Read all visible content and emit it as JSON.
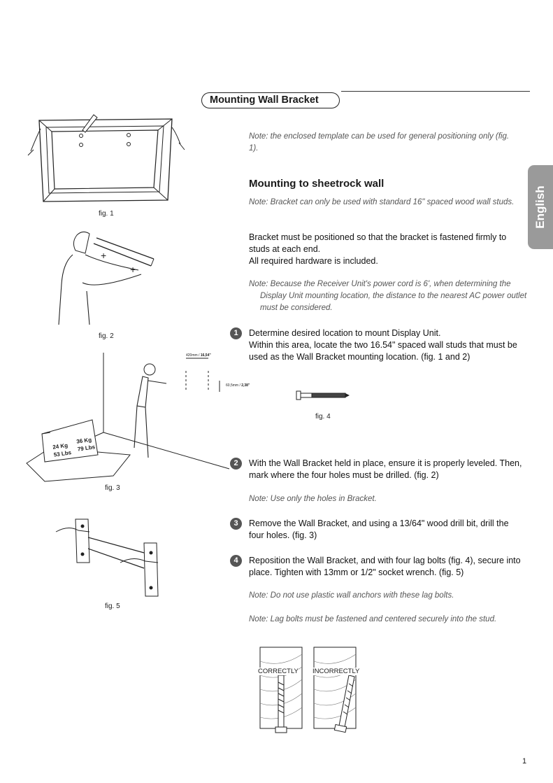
{
  "header": {
    "title": "Mounting Wall Bracket",
    "language_tab": "English"
  },
  "intro_note": "Note: the enclosed template can be used for general positioning only (fig. 1).",
  "section": {
    "heading": "Mounting to sheetrock wall",
    "note1": "Note:  Bracket can only be used with standard 16\" spaced wood wall studs.",
    "body_lines": [
      "Bracket must be positioned so that the bracket is fastened firmly to studs at each end.",
      "All required hardware is included."
    ],
    "note2": "Note: Because the Receiver Unit's power cord is 6', when determining the Display Unit mounting location, the distance to the nearest AC power outlet must be considered."
  },
  "steps": [
    {
      "number": "1",
      "lines": [
        "Determine desired location to mount Display Unit.",
        "Within this area, locate the two 16.54\" spaced wall studs that must be used as the Wall Bracket mounting location.  (fig. 1 and 2)"
      ]
    },
    {
      "number": "2",
      "lines": [
        "With the Wall Bracket held in place, ensure it is properly leveled. Then, mark where the four holes must be drilled. (fig. 2)"
      ]
    },
    {
      "number": "3",
      "lines": [
        "Remove the Wall Bracket, and using a 13/64\" wood drill bit, drill the four holes. (fig. 3)"
      ]
    },
    {
      "number": "4",
      "lines": [
        "Reposition the Wall Bracket, and with four lag bolts (fig. 4), secure into place. Tighten with 13mm or 1/2\" socket wrench.  (fig. 5)"
      ]
    }
  ],
  "step_notes": {
    "step2": "Note: Use only the holes in Bracket.",
    "step4a": "Note: Do not use plastic wall anchors with these lag bolts.",
    "step4b": "Note: Lag bolts must be fastened and centered securely into the stud."
  },
  "figures": {
    "fig1": "fig. 1",
    "fig2": "fig. 2",
    "fig3": "fig. 3",
    "fig4": "fig. 4",
    "fig5": "fig. 5",
    "fig3_dim1_mm": "420mm / ",
    "fig3_dim1_in": "16,54\"",
    "fig3_dim2_mm": "60,5mm / ",
    "fig3_dim2_in": "2,38\"",
    "fig3_box_left_top": "24 Kg",
    "fig3_box_left_bottom": "53 Lbs",
    "fig3_box_right_top": "36 Kg",
    "fig3_box_right_bottom": "79 Lbs",
    "stud_correct": "CORRECTLY",
    "stud_incorrect": "INCORRECTLY"
  },
  "page_number": "1"
}
